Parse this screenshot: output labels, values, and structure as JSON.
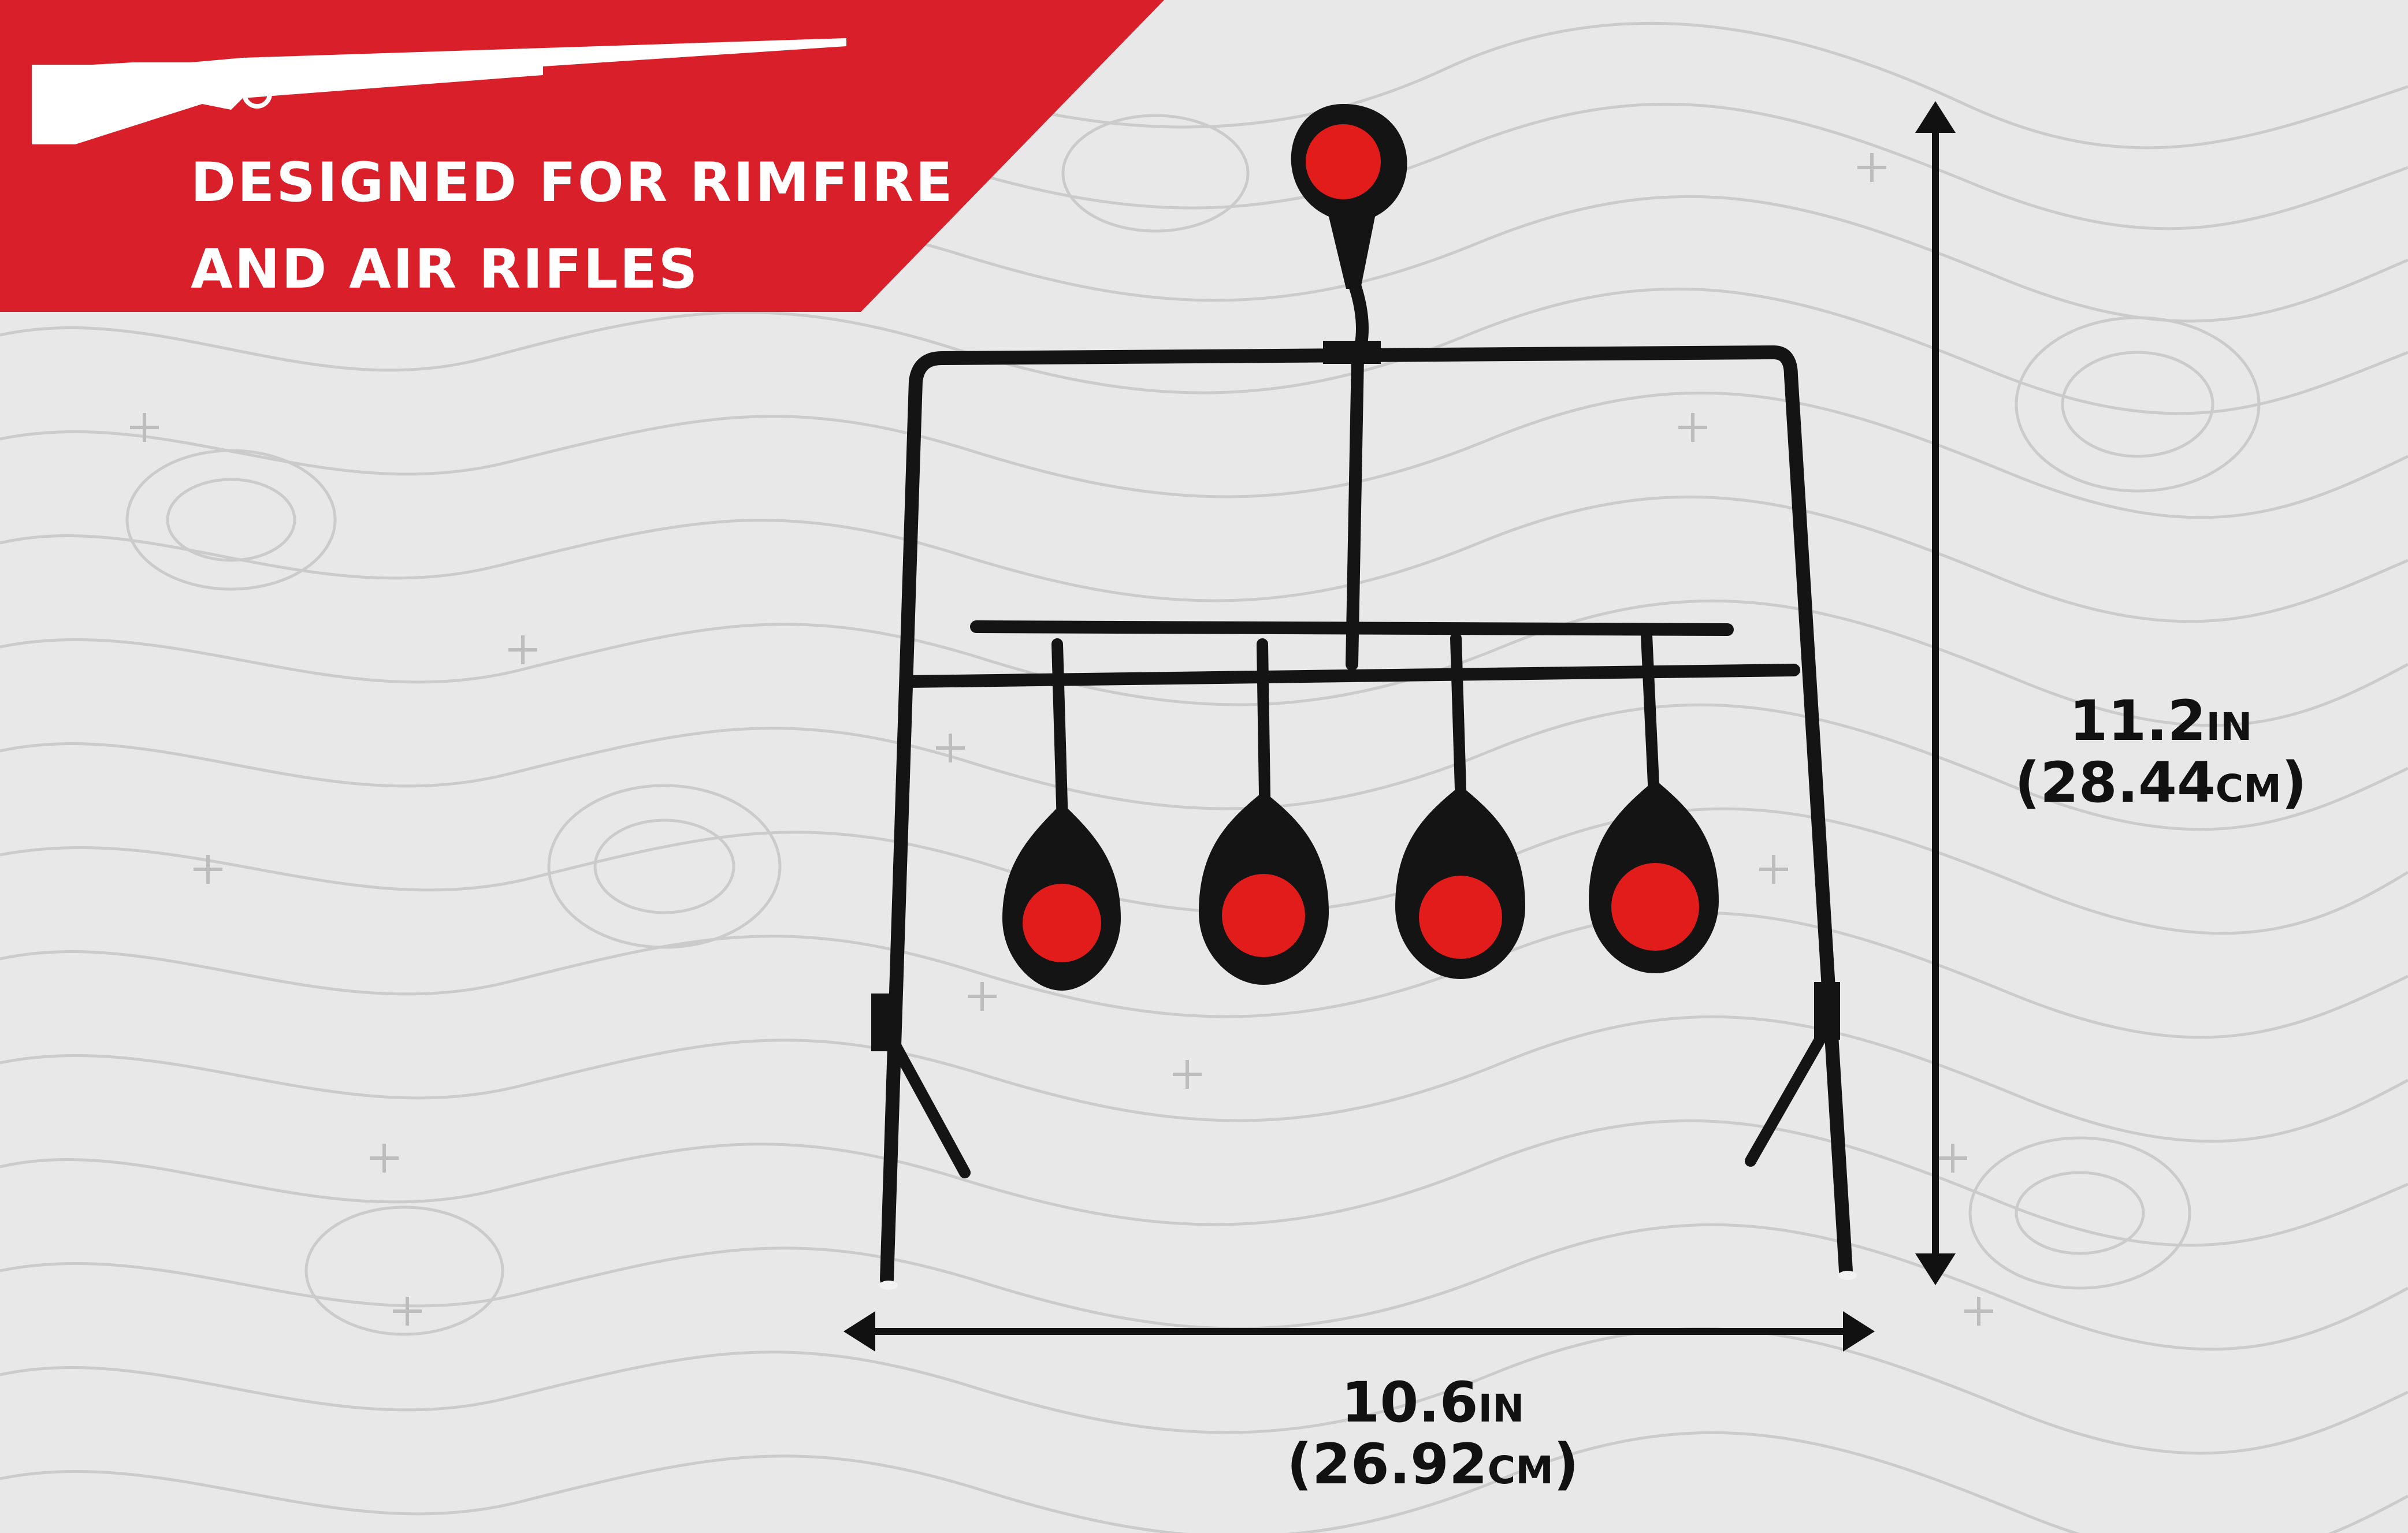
{
  "banner": {
    "line1": "DESIGNED FOR RIMFIRE",
    "line2": "AND AIR RIFLES",
    "color": "#d9202a",
    "icon": "rifle-icon"
  },
  "dimensions": {
    "height": {
      "value": "11.2",
      "unit": "IN",
      "metric_open": "(28.44",
      "metric_unit": "CM",
      "metric_close": ")"
    },
    "width": {
      "value": "10.6",
      "unit": "IN",
      "metric_open": "(26.92",
      "metric_unit": "CM",
      "metric_close": ")"
    }
  },
  "colors": {
    "background": "#e8e8e8",
    "topo_lines": "#c9c9c9",
    "target_steel": "#141414",
    "target_face": "#e21b1b",
    "arrow": "#111111"
  },
  "product": {
    "name_icon": "spinner-target-image",
    "target_count": 5
  }
}
